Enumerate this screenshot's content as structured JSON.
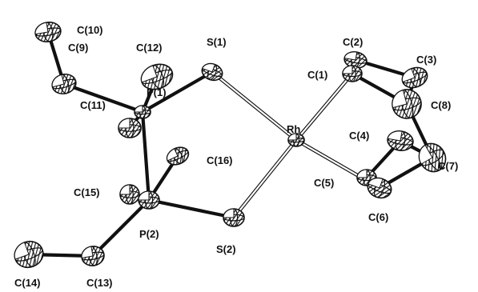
{
  "figure": {
    "atoms": [
      {
        "id": "C10",
        "label": "C(10)"
      },
      {
        "id": "C9",
        "label": "C(9)"
      },
      {
        "id": "C12",
        "label": "C(12)"
      },
      {
        "id": "S1",
        "label": "S(1)"
      },
      {
        "id": "P1",
        "label": "P(1)"
      },
      {
        "id": "C11",
        "label": "C(11)"
      },
      {
        "id": "C16",
        "label": "C(16)"
      },
      {
        "id": "C15",
        "label": "C(15)"
      },
      {
        "id": "P2",
        "label": "P(2)"
      },
      {
        "id": "S2",
        "label": "S(2)"
      },
      {
        "id": "C14",
        "label": "C(14)"
      },
      {
        "id": "C13",
        "label": "C(13)"
      },
      {
        "id": "Rh",
        "label": "Rh"
      },
      {
        "id": "C2",
        "label": "C(2)"
      },
      {
        "id": "C1",
        "label": "C(1)"
      },
      {
        "id": "C3",
        "label": "C(3)"
      },
      {
        "id": "C8",
        "label": "C(8)"
      },
      {
        "id": "C4",
        "label": "C(4)"
      },
      {
        "id": "C7",
        "label": "C(7)"
      },
      {
        "id": "C5",
        "label": "C(5)"
      },
      {
        "id": "C6",
        "label": "C(6)"
      }
    ],
    "bonds": [
      {
        "from": "C10",
        "to": "C9",
        "style": "solid"
      },
      {
        "from": "C9",
        "to": "P1",
        "style": "solid"
      },
      {
        "from": "C12",
        "to": "P1",
        "style": "solid"
      },
      {
        "from": "C11",
        "to": "P1",
        "style": "solid"
      },
      {
        "from": "P1",
        "to": "S1",
        "style": "solid"
      },
      {
        "from": "P1",
        "to": "P2",
        "style": "solid"
      },
      {
        "from": "C16",
        "to": "P2",
        "style": "solid"
      },
      {
        "from": "C15",
        "to": "P2",
        "style": "solid"
      },
      {
        "from": "P2",
        "to": "S2",
        "style": "solid"
      },
      {
        "from": "P2",
        "to": "C13",
        "style": "solid"
      },
      {
        "from": "C13",
        "to": "C14",
        "style": "solid"
      },
      {
        "from": "S1",
        "to": "Rh",
        "style": "open"
      },
      {
        "from": "S2",
        "to": "Rh",
        "style": "open"
      },
      {
        "from": "Rh",
        "to": "C1",
        "style": "open"
      },
      {
        "from": "Rh",
        "to": "C6",
        "style": "open"
      },
      {
        "from": "C1",
        "to": "C2",
        "style": "solid"
      },
      {
        "from": "C2",
        "to": "C3",
        "style": "solid"
      },
      {
        "from": "C3",
        "to": "C8",
        "style": "solid"
      },
      {
        "from": "C1",
        "to": "C8",
        "style": "solid"
      },
      {
        "from": "C8",
        "to": "C7",
        "style": "solid"
      },
      {
        "from": "C7",
        "to": "C6",
        "style": "solid"
      },
      {
        "from": "C6",
        "to": "C5",
        "style": "solid"
      },
      {
        "from": "C5",
        "to": "C4",
        "style": "solid"
      },
      {
        "from": "C4",
        "to": "C7",
        "style": "solid"
      }
    ]
  }
}
